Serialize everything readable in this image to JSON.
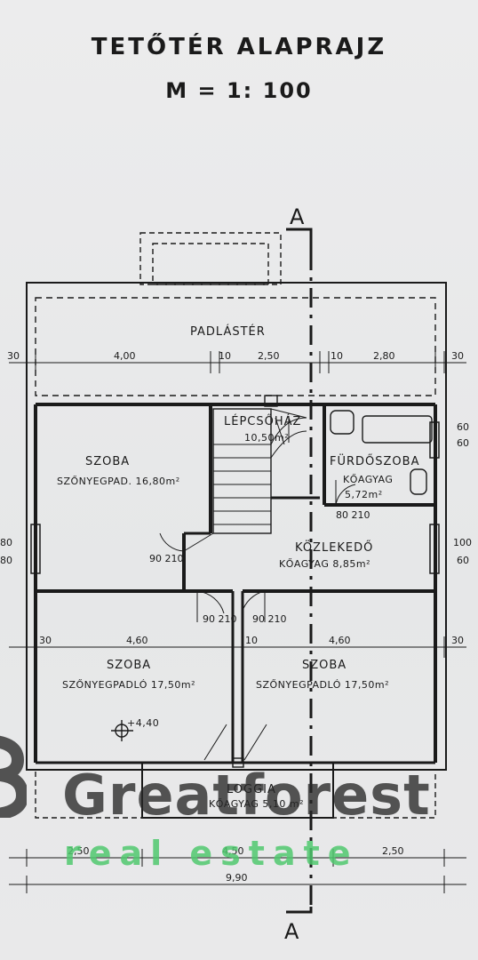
{
  "title": "TETŐTÉR ALAPRAJZ",
  "scale": "M = 1: 100",
  "section_mark": "A",
  "rooms": {
    "attic": {
      "name": "PADLÁSTÉR"
    },
    "stairs": {
      "name": "LÉPCSŐHÁZ",
      "area": "10,50m²"
    },
    "bath": {
      "name": "FÜRDŐSZOBA",
      "floor": "KŐAGYAG",
      "area": "5,72m²"
    },
    "room_nw": {
      "name": "SZOBA",
      "floor": "SZŐNYEGPAD. 16,80m²"
    },
    "hall": {
      "name": "KÖZLEKEDŐ",
      "floor": "KŐAGYAG 8,85m²"
    },
    "room_sw": {
      "name": "SZOBA",
      "floor": "SZŐNYEGPADLÓ 17,50m²"
    },
    "room_se": {
      "name": "SZOBA",
      "floor": "SZŐNYEGPADLÓ 17,50m²"
    },
    "loggia": {
      "name": "LOGGIA",
      "floor": "KŐAGYAG 5,10 m²"
    }
  },
  "level": "+4,40",
  "dims_top": [
    "30",
    "4,00",
    "10",
    "2,50",
    "10",
    "2,80",
    "30"
  ],
  "dims_mid": [
    "30",
    "4,60",
    "10",
    "4,60",
    "30"
  ],
  "dims_bottom": [
    "2,50",
    "4,50",
    "2,50"
  ],
  "dim_total": "9,90",
  "side_dims": {
    "left": [
      "80",
      "80"
    ],
    "right_top": [
      "60",
      "60"
    ],
    "right_mid": [
      "100",
      "60"
    ]
  },
  "door_dims": {
    "d1": "90\n210",
    "d2": "90\n210",
    "d3": "90\n210",
    "d4": "80\n210"
  },
  "watermark": {
    "brand": "Greatforest",
    "tag": "real estate"
  }
}
